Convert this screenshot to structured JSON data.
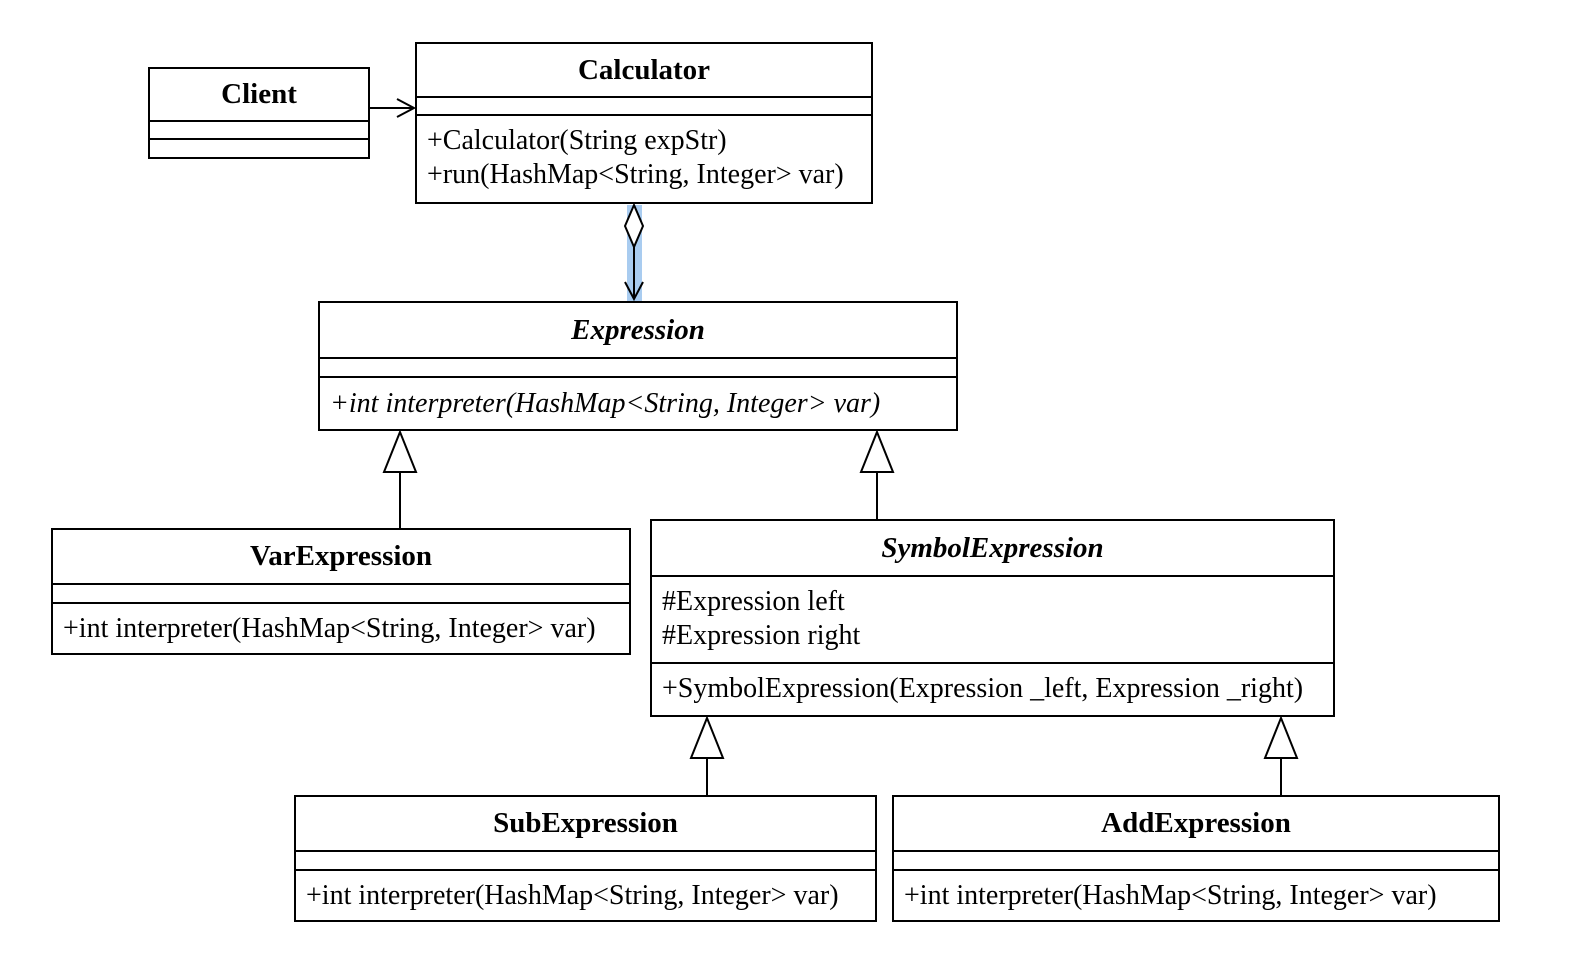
{
  "diagram": {
    "classes": {
      "client": {
        "name": "Client",
        "attributes": [],
        "methods": []
      },
      "calculator": {
        "name": "Calculator",
        "attributes": [],
        "methods": [
          "+Calculator(String expStr)",
          "+run(HashMap<String, Integer> var)"
        ]
      },
      "expression": {
        "name": "Expression",
        "abstract": true,
        "attributes": [],
        "methods": [
          "+int interpreter(HashMap<String, Integer> var)"
        ]
      },
      "var_expression": {
        "name": "VarExpression",
        "attributes": [],
        "methods": [
          "+int interpreter(HashMap<String, Integer> var)"
        ]
      },
      "symbol_expression": {
        "name": "SymbolExpression",
        "abstract": true,
        "attributes": [
          "#Expression left",
          "#Expression right"
        ],
        "methods": [
          "+SymbolExpression(Expression _left, Expression _right)"
        ]
      },
      "sub_expression": {
        "name": "SubExpression",
        "attributes": [],
        "methods": [
          "+int interpreter(HashMap<String, Integer> var)"
        ]
      },
      "add_expression": {
        "name": "AddExpression",
        "attributes": [],
        "methods": [
          "+int interpreter(HashMap<String, Integer> var)"
        ]
      }
    },
    "relations": [
      {
        "type": "dependency",
        "from": "Client",
        "to": "Calculator"
      },
      {
        "type": "aggregation",
        "from": "Calculator",
        "to": "Expression"
      },
      {
        "type": "generalization",
        "from": "VarExpression",
        "to": "Expression"
      },
      {
        "type": "generalization",
        "from": "SymbolExpression",
        "to": "Expression"
      },
      {
        "type": "generalization",
        "from": "SubExpression",
        "to": "SymbolExpression"
      },
      {
        "type": "generalization",
        "from": "AddExpression",
        "to": "SymbolExpression"
      }
    ],
    "colors": {
      "line": "#000000",
      "highlight": "#a9ccf0",
      "background": "#ffffff"
    }
  }
}
